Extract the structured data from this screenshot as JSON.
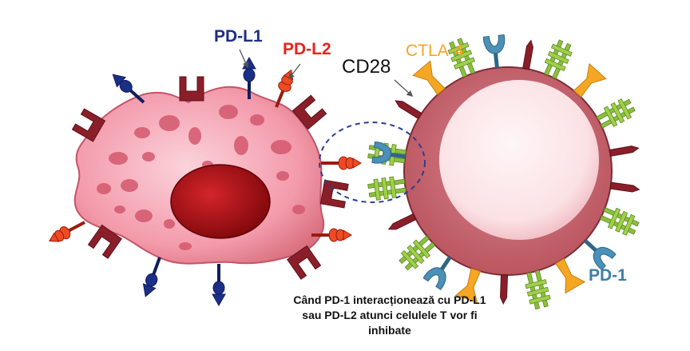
{
  "labels": {
    "pd_l1": "PD-L1",
    "pd_l2": "PD-L2",
    "cd28": "CD28",
    "ctla4": "CTLA-4",
    "pd_1": "PD-1"
  },
  "caption": {
    "line1": "Când PD-1 interacționează cu PD-L1",
    "line2": "sau PD-L2 atunci celulele T vor fi",
    "line3": "inhibate"
  },
  "colors": {
    "pd_l1": "#1c2f86",
    "pd_l2": "#e5261d",
    "ctla4": "#f5a623",
    "pd_1": "#3d7fa6",
    "cd28": "#8bbf3f",
    "cancer_cell": "#f4a9b8",
    "nucleus": "#a50d13",
    "t_cell": "#cf6f78",
    "dark_receptor": "#8a1f2a"
  }
}
